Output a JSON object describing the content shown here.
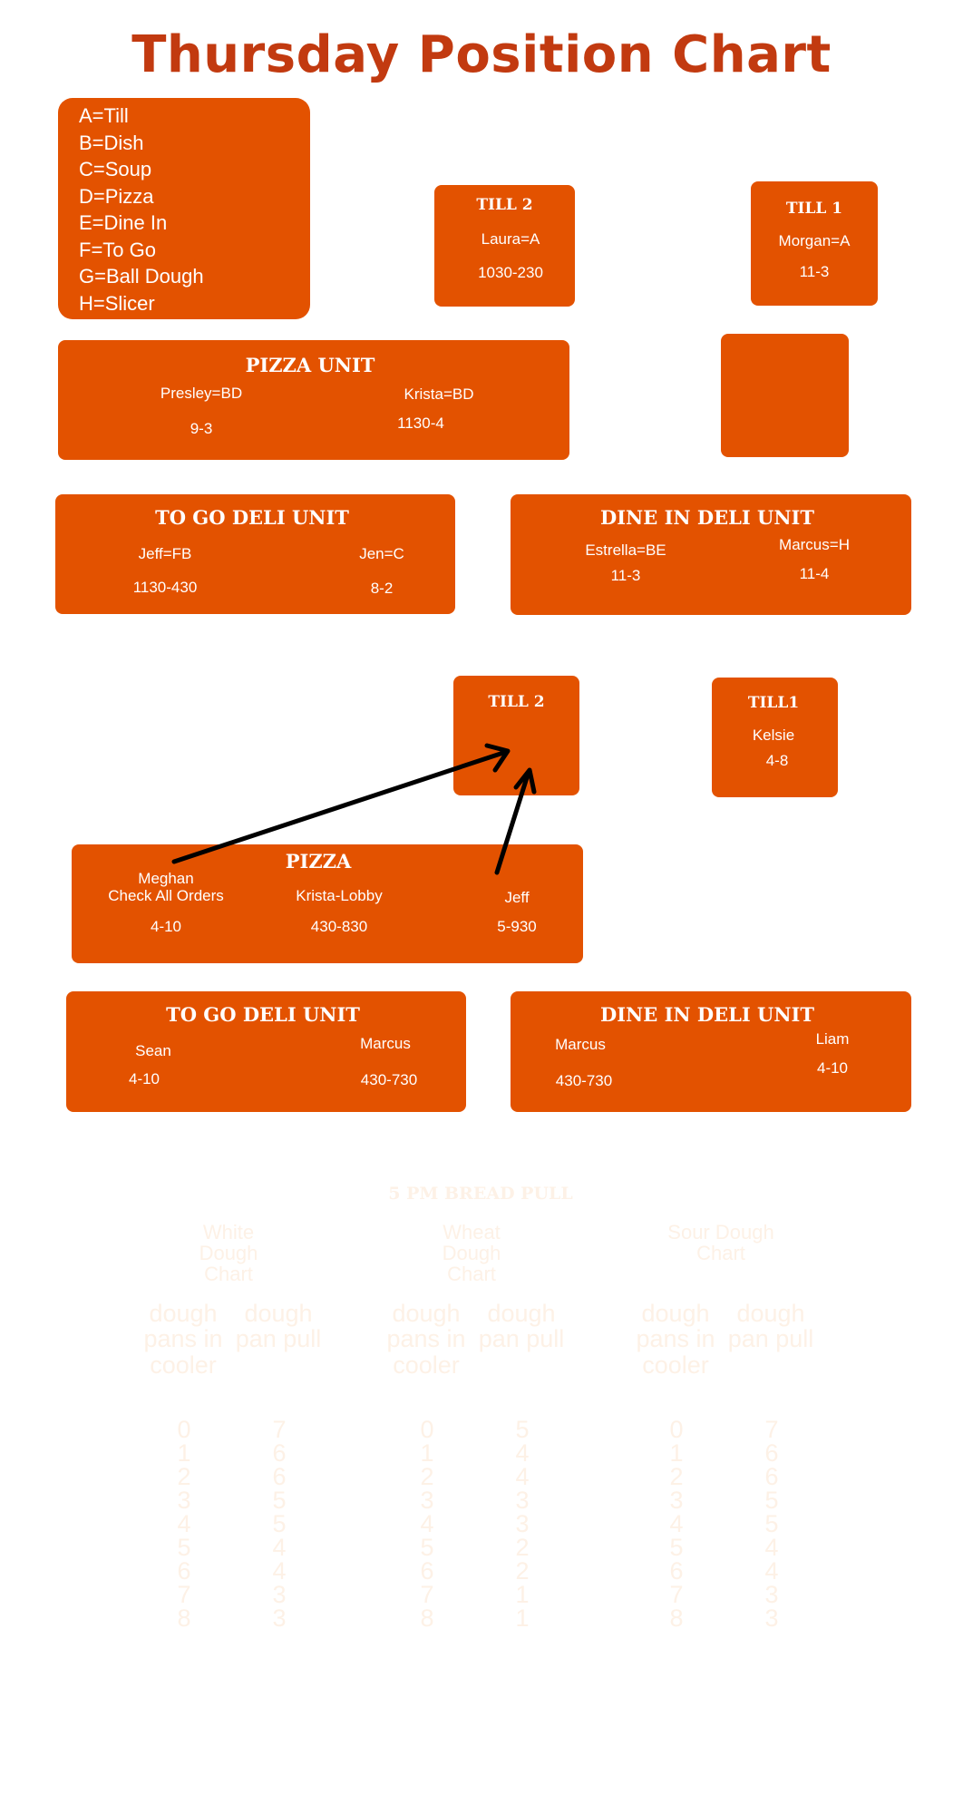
{
  "title": "Thursday Position Chart",
  "legend": [
    "A=Till",
    "B=Dish",
    "C=Soup",
    "D=Pizza",
    "E=Dine In",
    "F=To Go",
    "G=Ball Dough",
    "H=Slicer"
  ],
  "morning": {
    "till2": {
      "title": "TILL 2",
      "name": "Laura=A",
      "time": "1030-230"
    },
    "till1": {
      "title": "TILL 1",
      "name": "Morgan=A",
      "time": "11-3"
    },
    "pizza_unit": {
      "title": "PIZZA UNIT",
      "staff": [
        {
          "name": "Presley=BD",
          "time": "9-3"
        },
        {
          "name": "Krista=BD",
          "time": "1130-4"
        }
      ]
    },
    "to_go": {
      "title": "TO GO DELI UNIT",
      "staff": [
        {
          "name": "Jeff=FB",
          "time": "1130-430"
        },
        {
          "name": "Jen=C",
          "time": "8-2"
        }
      ]
    },
    "dine_in": {
      "title": "DINE IN DELI UNIT",
      "staff": [
        {
          "name": "Estrella=BE",
          "time": "11-3"
        },
        {
          "name": "Marcus=H",
          "time": "11-4"
        }
      ]
    }
  },
  "evening": {
    "till2": {
      "title": "TILL 2"
    },
    "till1": {
      "title": "TILL1",
      "name": "Kelsie",
      "time": "4-8"
    },
    "pizza": {
      "title": "PIZZA",
      "staff": [
        {
          "name": "Meghan",
          "note": "Check All Orders",
          "time": "4-10"
        },
        {
          "name": "Krista-Lobby",
          "time": "430-830"
        },
        {
          "name": "Jeff",
          "time": "5-930"
        }
      ]
    },
    "to_go": {
      "title": "TO GO DELI UNIT",
      "staff": [
        {
          "name": "Sean",
          "time": "4-10"
        },
        {
          "name": "Marcus",
          "time": "430-730"
        }
      ]
    },
    "dine_in": {
      "title": "DINE IN DELI UNIT",
      "staff": [
        {
          "name": "Marcus",
          "time": "430-730"
        },
        {
          "name": "Liam",
          "time": "4-10"
        }
      ]
    }
  },
  "bread_pull": {
    "title": "5 PM BREAD PULL",
    "charts": [
      {
        "name": "White Dough Chart",
        "col1": "dough pans in cooler",
        "col2": "dough pan pull",
        "cooler": [
          "0",
          "1",
          "2",
          "3",
          "4",
          "5",
          "6",
          "7",
          "8"
        ],
        "pull": [
          "7",
          "6",
          "6",
          "5",
          "5",
          "4",
          "4",
          "3",
          "3"
        ]
      },
      {
        "name": "Wheat Dough Chart",
        "col1": "dough pans in cooler",
        "col2": "dough pan pull",
        "cooler": [
          "0",
          "1",
          "2",
          "3",
          "4",
          "5",
          "6",
          "7",
          "8"
        ],
        "pull": [
          "5",
          "4",
          "4",
          "3",
          "3",
          "2",
          "2",
          "1",
          "1"
        ]
      },
      {
        "name": "Sour Dough Chart",
        "col1": "dough pans in cooler",
        "col2": "dough pan pull",
        "cooler": [
          "0",
          "1",
          "2",
          "3",
          "4",
          "5",
          "6",
          "7",
          "8"
        ],
        "pull": [
          "7",
          "6",
          "6",
          "5",
          "5",
          "4",
          "4",
          "3",
          "3"
        ]
      }
    ]
  },
  "colors": {
    "title": "#c23a10",
    "box": "#e35200",
    "text": "#ffffff",
    "faint": "#fdf1e6"
  }
}
